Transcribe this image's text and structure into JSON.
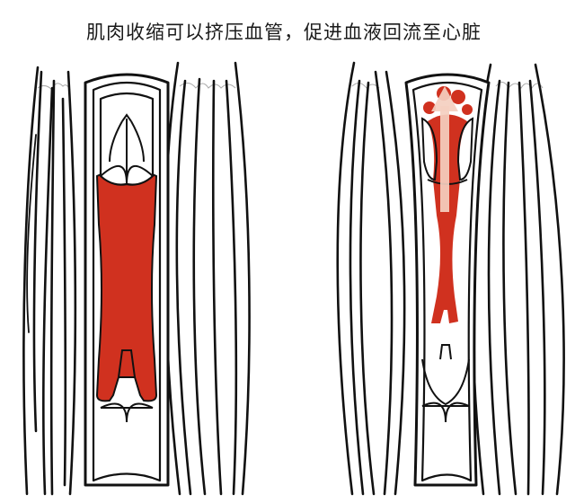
{
  "caption": "肌肉收缩可以挤压血管，促进血液回流至心脏",
  "colors": {
    "blood": "#d0311f",
    "arrow": "#f4cfc0",
    "outline": "#111111",
    "background": "#ffffff"
  },
  "panels": [
    {
      "id": "relaxed",
      "state": "muscles relaxed, valves closed, blood pooled in vein"
    },
    {
      "id": "contracted",
      "state": "muscles contracted, upper valve open, blood pushed upward"
    }
  ],
  "icons": {
    "flow_arrow": "up-arrow"
  }
}
